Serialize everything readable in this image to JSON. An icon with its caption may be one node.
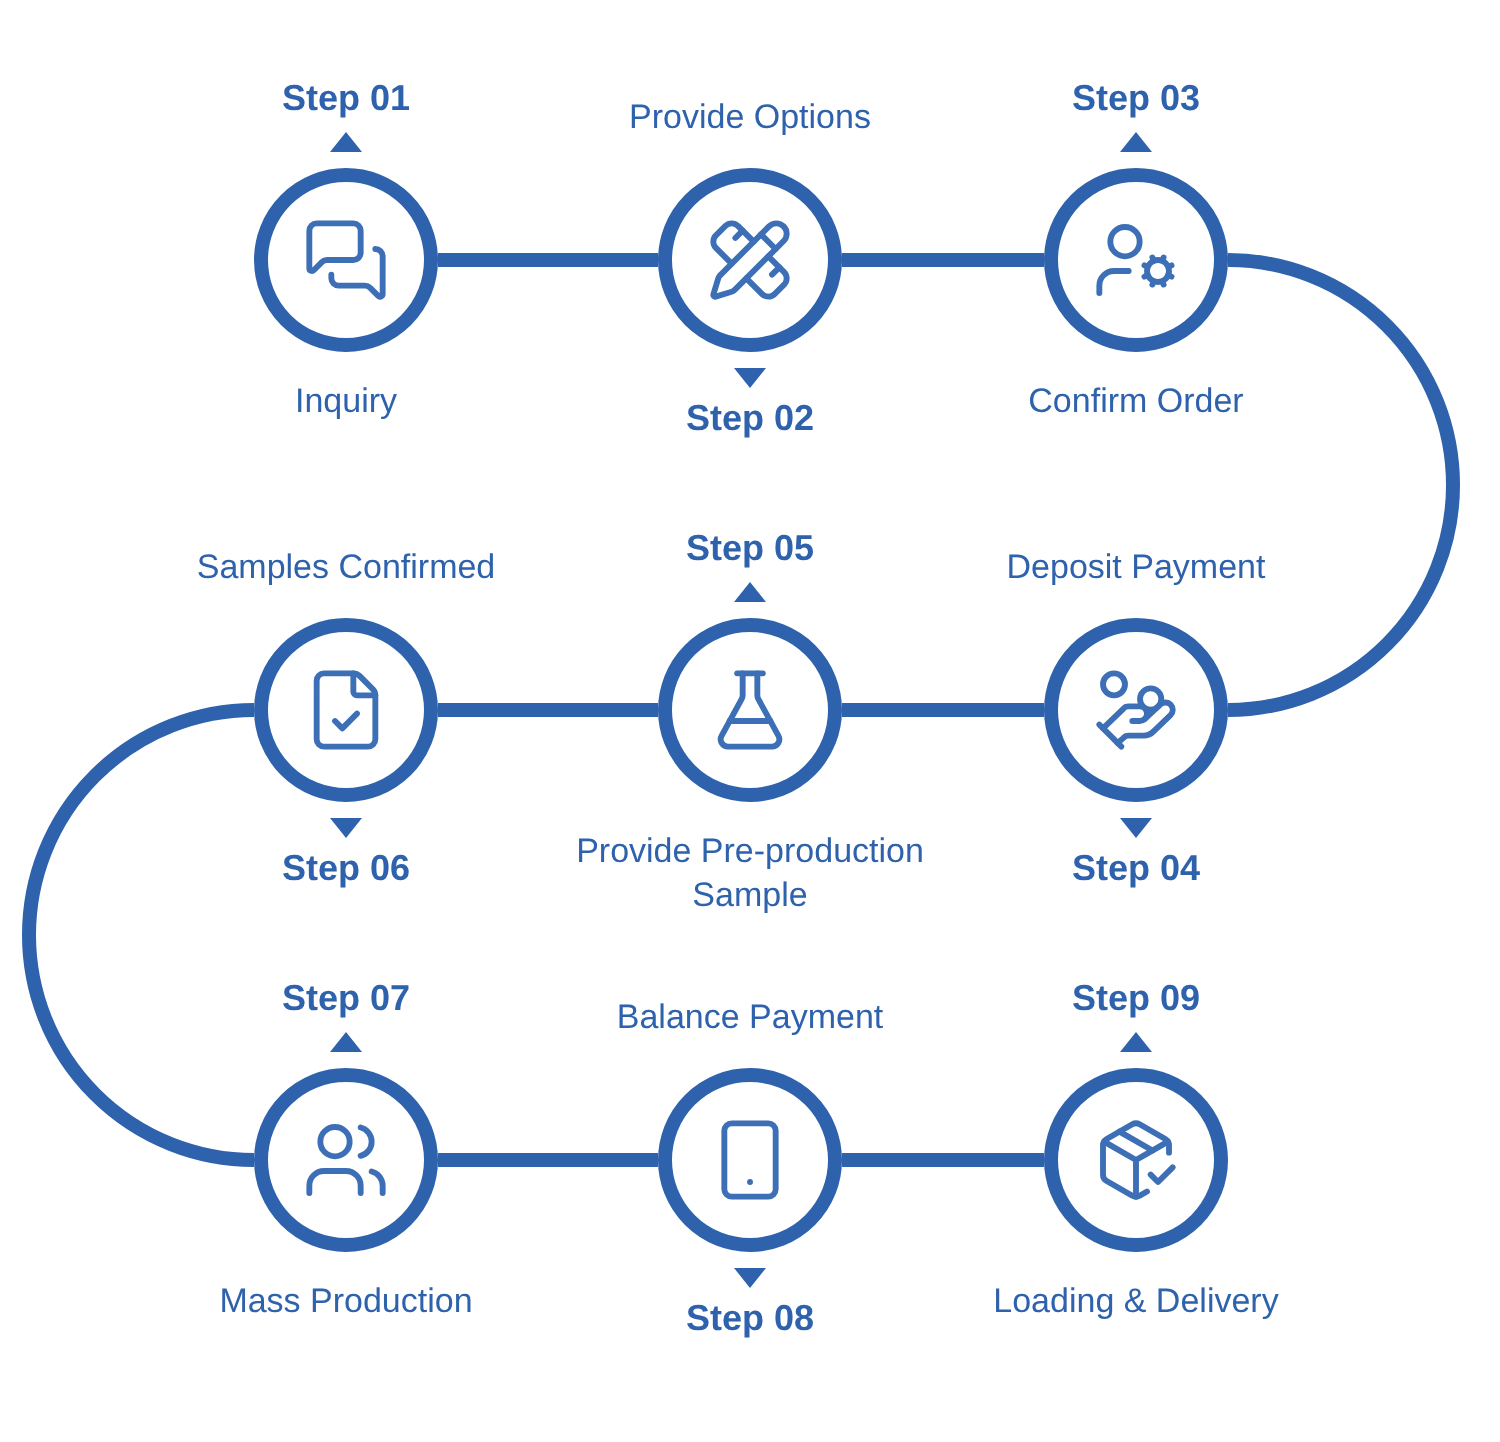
{
  "diagram": {
    "nodes": [
      {
        "text": [
          "Step 01",
          "Inquiry"
        ]
      },
      {
        "text": [
          "Provide Options",
          "Step 02"
        ]
      },
      {
        "text": [
          "Step 03",
          "Confirm Order"
        ]
      },
      {
        "text": [
          "Deposit Payment",
          "Step 04"
        ]
      },
      {
        "text": [
          "Step 05",
          "Provide Pre-production Sample"
        ]
      },
      {
        "text": [
          "Samples Confirmed",
          "Step 06"
        ]
      },
      {
        "text": [
          "Step 07",
          "Mass Production"
        ]
      },
      {
        "text": [
          "Balance Payment",
          "Step 08"
        ]
      },
      {
        "text": [
          "Step 09",
          "Loading & Delivery"
        ]
      }
    ],
    "edges": [
      {
        "from": 0,
        "to": 1,
        "arrow": "none"
      },
      {
        "from": 1,
        "to": 2,
        "arrow": "none"
      },
      {
        "from": 2,
        "to": 3,
        "arrow": "none"
      },
      {
        "from": 3,
        "to": 4,
        "arrow": "none"
      },
      {
        "from": 4,
        "to": 5,
        "arrow": "none"
      },
      {
        "from": 5,
        "to": 6,
        "arrow": "none"
      },
      {
        "from": 6,
        "to": 7,
        "arrow": "none"
      },
      {
        "from": 7,
        "to": 8,
        "arrow": "none"
      }
    ]
  }
}
